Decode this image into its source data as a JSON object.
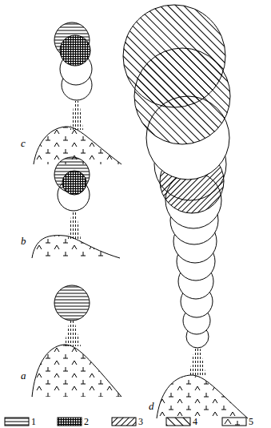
{
  "diagram": {
    "labels": [
      "c",
      "b",
      "a",
      "d"
    ],
    "legend": [
      {
        "text": "1"
      },
      {
        "text": "2"
      },
      {
        "text": "3"
      },
      {
        "text": "4"
      },
      {
        "text": "5"
      }
    ]
  }
}
